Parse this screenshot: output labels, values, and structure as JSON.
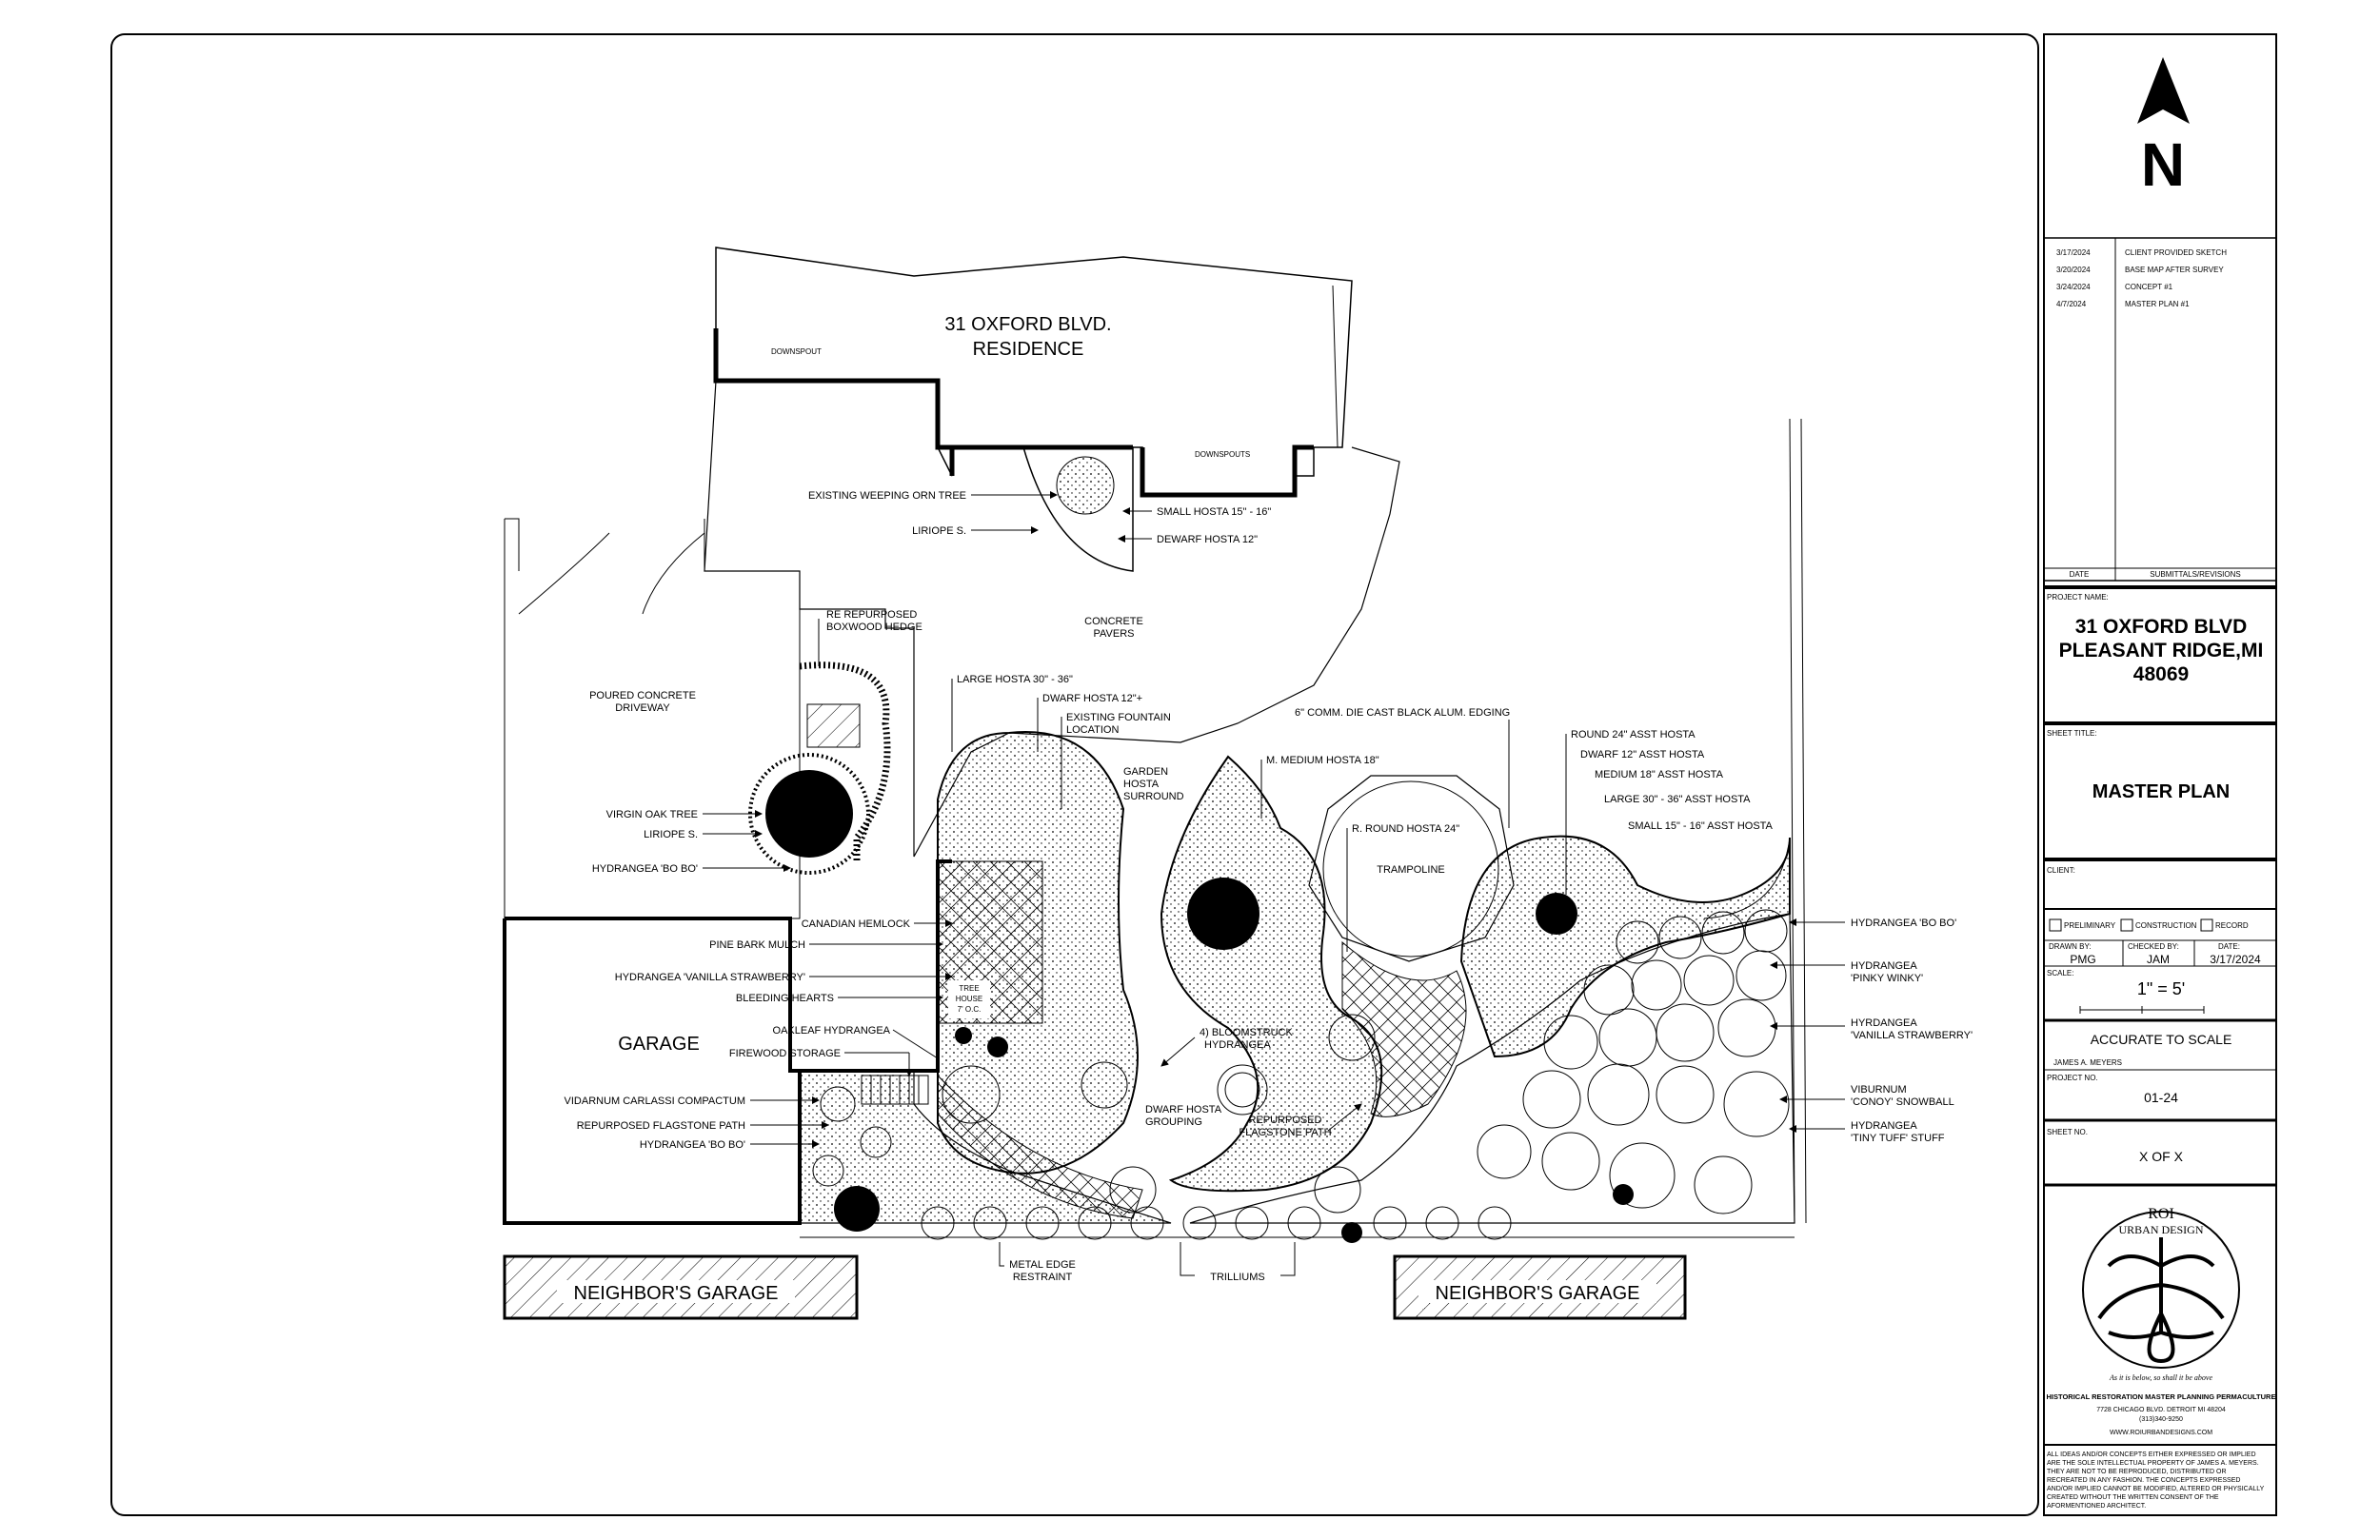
{
  "plan": {
    "residence_line1": "31 OXFORD BLVD.",
    "residence_line2": "RESIDENCE",
    "garage": "GARAGE",
    "neighbors_garage_left": "NEIGHBOR'S GARAGE",
    "neighbors_garage_right": "NEIGHBOR'S GARAGE",
    "trampoline": "TRAMPOLINE",
    "tree_house_line1": "TREE",
    "tree_house_line2": "HOUSE",
    "tree_house_line3": "7' O.C.",
    "downspout": "DOWNSPOUT",
    "downspouts": "DOWNSPOUTS"
  },
  "labels": {
    "existing_weeping_orn_tree": "EXISTING WEEPING ORN TREE",
    "liriope_top": "LIRIOPE S.",
    "small_hosta_top": "SMALL HOSTA 15\" - 16\"",
    "dewarf_hosta": "DEWARF HOSTA 12\"",
    "concrete_pavers_1": "CONCRETE",
    "concrete_pavers_2": "PAVERS",
    "re_repurposed_1": "RE REPURPOSED",
    "re_repurposed_2": "BOXWOOD HEDGE",
    "poured_concrete_1": "POURED CONCRETE",
    "poured_concrete_2": "DRIVEWAY",
    "large_hosta": "LARGE HOSTA 30\" - 36\"",
    "dwarf_hosta_12": "DWARF HOSTA 12\"+",
    "existing_fountain_1": "EXISTING  FOUNTAIN",
    "existing_fountain_2": "LOCATION",
    "garden_hosta_1": "GARDEN",
    "garden_hosta_2": "HOSTA",
    "garden_hosta_3": "SURROUND",
    "comm_edging": "6\" COMM. DIE CAST BLACK ALUM.  EDGING",
    "m_medium_hosta": "M.  MEDIUM HOSTA 18\"",
    "r_round_hosta": "R.  ROUND HOSTA 24\"",
    "round_24": "ROUND 24\" ASST HOSTA",
    "dwarf_12_asst": "DWARF 12\" ASST HOSTA",
    "medium_18_asst": "MEDIUM 18\" ASST HOSTA",
    "large_30_asst": "LARGE 30\" - 36\"  ASST HOSTA",
    "small_15_asst": "SMALL 15\" - 16\" ASST HOSTA",
    "virgin_oak": "VIRGIN OAK TREE",
    "liriope_mid": "LIRIOPE S.",
    "hydrangea_bobo_left": "HYDRANGEA 'BO BO'",
    "canadian_hemlock": "CANADIAN HEMLOCK",
    "pine_bark": "PINE BARK MULCH",
    "hydrangea_vanilla_left": "HYDRANGEA 'VANILLA STRAWBERRY'",
    "bleeding_hearts": "BLEEDING HEARTS",
    "oakleaf": "OAKLEAF HYDRANGEA",
    "firewood": "FIREWOOD STORAGE",
    "vidarnum": "VIDARNUM CARLASSI COMPACTUM",
    "repurposed_flagstone_left": "REPURPOSED FLAGSTONE PATH",
    "hydrangea_bobo_left2": "HYDRANGEA 'BO BO'",
    "bloomstruck_1": "4) BLOOMSTRUCK",
    "bloomstruck_2": "HYDRANGEA",
    "dwarf_grouping_1": "DWARF HOSTA",
    "dwarf_grouping_2": "GROUPING",
    "repurposed_mid_1": "REPURPOSED",
    "repurposed_mid_2": "FLAGSTONE PATH",
    "metal_edge_1": "METAL EDGE",
    "metal_edge_2": "RESTRAINT",
    "trilliums": "TRILLIUMS",
    "hydrangea_bobo_right": "HYDRANGEA 'BO BO'",
    "pinky_1": "HYDRANGEA",
    "pinky_2": "'PINKY WINKY'",
    "vanilla_r1": "HYRDANGEA",
    "vanilla_r2": "'VANILLA STRAWBERRY'",
    "viburnum_1": "VIBURNUM",
    "viburnum_2": "'CONOY' SNOWBALL",
    "tiny_1": "HYDRANGEA",
    "tiny_2": "'TINY  TUFF' STUFF"
  },
  "north_arrow": "N",
  "revisions": [
    {
      "date": "3/17/2024",
      "desc": "CLIENT PROVIDED SKETCH"
    },
    {
      "date": "3/20/2024",
      "desc": "BASE MAP AFTER SURVEY"
    },
    {
      "date": "3/24/2024",
      "desc": "CONCEPT #1"
    },
    {
      "date": "4/7/2024",
      "desc": "MASTER PLAN #1"
    }
  ],
  "titleblock": {
    "date_hdr": "DATE",
    "subm_hdr": "SUBMITTALS/REVISIONS",
    "project_name_lbl": "PROJECT NAME:",
    "project_line1": "31 OXFORD BLVD",
    "project_line2": "PLEASANT RIDGE,MI",
    "project_line3": "48069",
    "sheet_title_lbl": "SHEET TITLE:",
    "sheet_title": "MASTER PLAN",
    "client_lbl": "CLIENT:",
    "preliminary": "PRELIMINARY",
    "construction": "CONSTRUCTION",
    "record": "RECORD",
    "drawn_by_lbl": "DRAWN BY:",
    "checked_by_lbl": "CHECKED BY:",
    "date_lbl": "DATE:",
    "drawn_by": "PMG",
    "checked_by": "JAM",
    "date": "3/17/2024",
    "scale_lbl": "SCALE:",
    "scale": "1\" = 5'",
    "accurate": "ACCURATE TO SCALE",
    "designer": "JAMES A. MEYERS",
    "project_no_lbl": "PROJECT NO.",
    "project_no": "01-24",
    "sheet_no_lbl": "SHEET NO.",
    "sheet_no": "X OF X",
    "logo_top": "ROI",
    "logo_sub": "URBAN DESIGN",
    "logo_motto": "As it is below, so shall it be above",
    "firm_tag": "HISTORICAL RESTORATION  MASTER PLANNING  PERMACULTURE",
    "firm_addr": "7728 CHICAGO BLVD.  DETROIT MI 48204",
    "firm_phone": "(313)340-9250",
    "firm_web": "WWW.ROIURBANDESIGNS.COM",
    "disclaimer_1": "ALL IDEAS AND/OR CONCEPTS EITHER EXPRESSED OR IMPLIED",
    "disclaimer_2": "ARE THE SOLE INTELLECTUAL PROPERTY OF JAMES A. MEYERS.",
    "disclaimer_3": "THEY ARE NOT TO BE REPRODUCED, DISTRIBUTED OR",
    "disclaimer_4": "RECREATED IN ANY FASHION. THE CONCEPTS EXPRESSED",
    "disclaimer_5": "AND/OR IMPLIED CANNOT BE MODIFIED, ALTERED OR PHYSICALLY",
    "disclaimer_6": "CREATED WITHOUT THE WRITTEN CONSENT OF THE",
    "disclaimer_7": "AFORMENTIONED ARCHITECT."
  }
}
